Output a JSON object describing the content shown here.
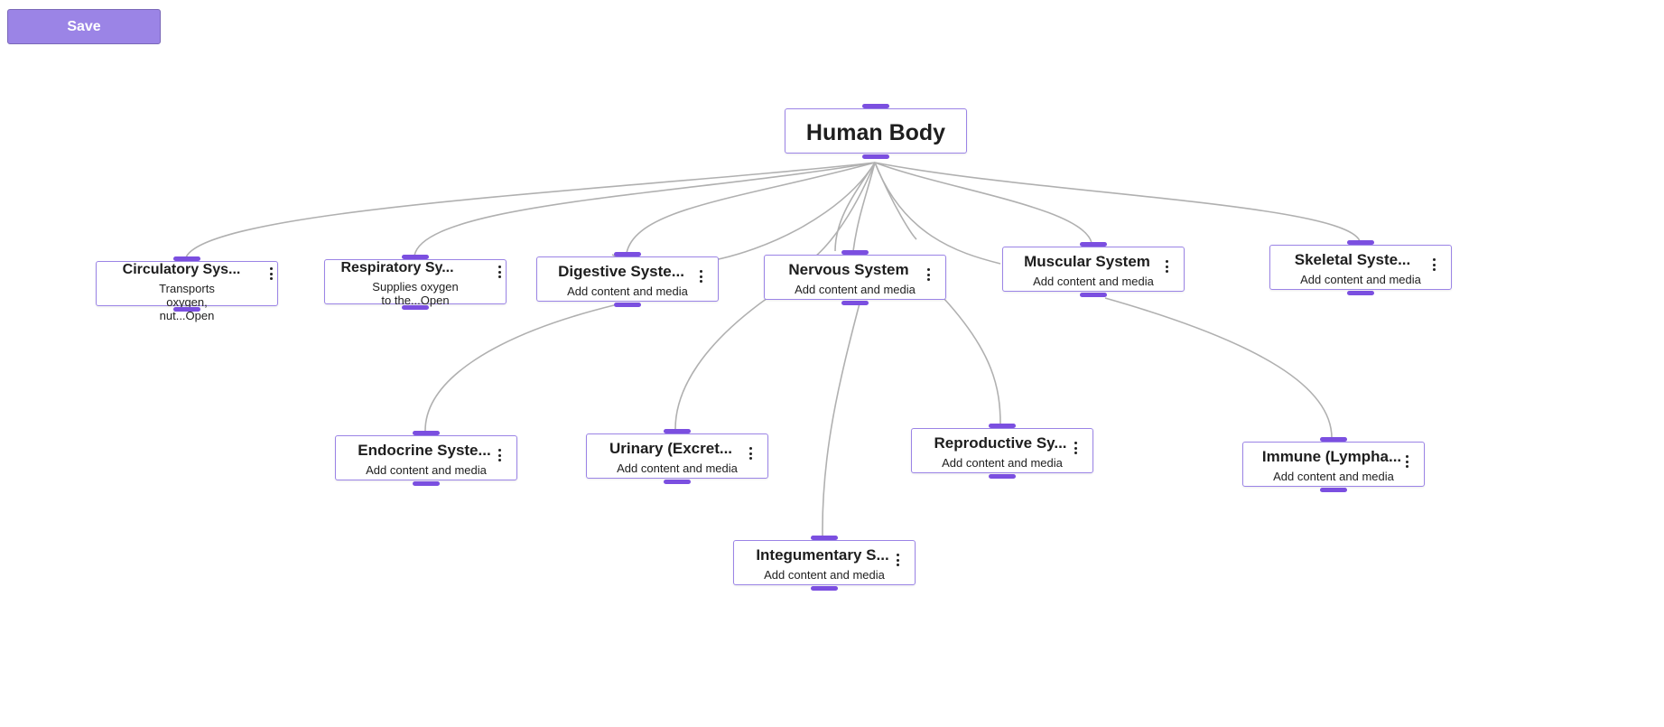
{
  "toolbar": {
    "save_label": "Save"
  },
  "colors": {
    "accent": "#7b4fe0",
    "node_border": "#9b84e6",
    "save_button": "#9b84e6",
    "edge": "#b0b0b0",
    "text": "#1e1e1e"
  },
  "diagram": {
    "root": {
      "title": "Human Body"
    },
    "nodes": [
      {
        "id": "circulatory",
        "title": "Circulatory Sys...",
        "sub": "Transports oxygen, nut...Open"
      },
      {
        "id": "respiratory",
        "title": "Respiratory Sy...",
        "sub": "Supplies oxygen to the...Open"
      },
      {
        "id": "digestive",
        "title": "Digestive Syste...",
        "sub": "Add content and media"
      },
      {
        "id": "nervous",
        "title": "Nervous System",
        "sub": "Add content and media"
      },
      {
        "id": "muscular",
        "title": "Muscular System",
        "sub": "Add content and media"
      },
      {
        "id": "skeletal",
        "title": "Skeletal Syste...",
        "sub": "Add content and media"
      },
      {
        "id": "endocrine",
        "title": "Endocrine Syste...",
        "sub": "Add content and media"
      },
      {
        "id": "urinary",
        "title": "Urinary (Excret...",
        "sub": "Add content and media"
      },
      {
        "id": "reproductive",
        "title": "Reproductive Sy...",
        "sub": "Add content and media"
      },
      {
        "id": "immune",
        "title": "Immune (Lympha...",
        "sub": "Add content and media"
      },
      {
        "id": "integumentary",
        "title": "Integumentary S...",
        "sub": "Add content and media"
      }
    ]
  }
}
